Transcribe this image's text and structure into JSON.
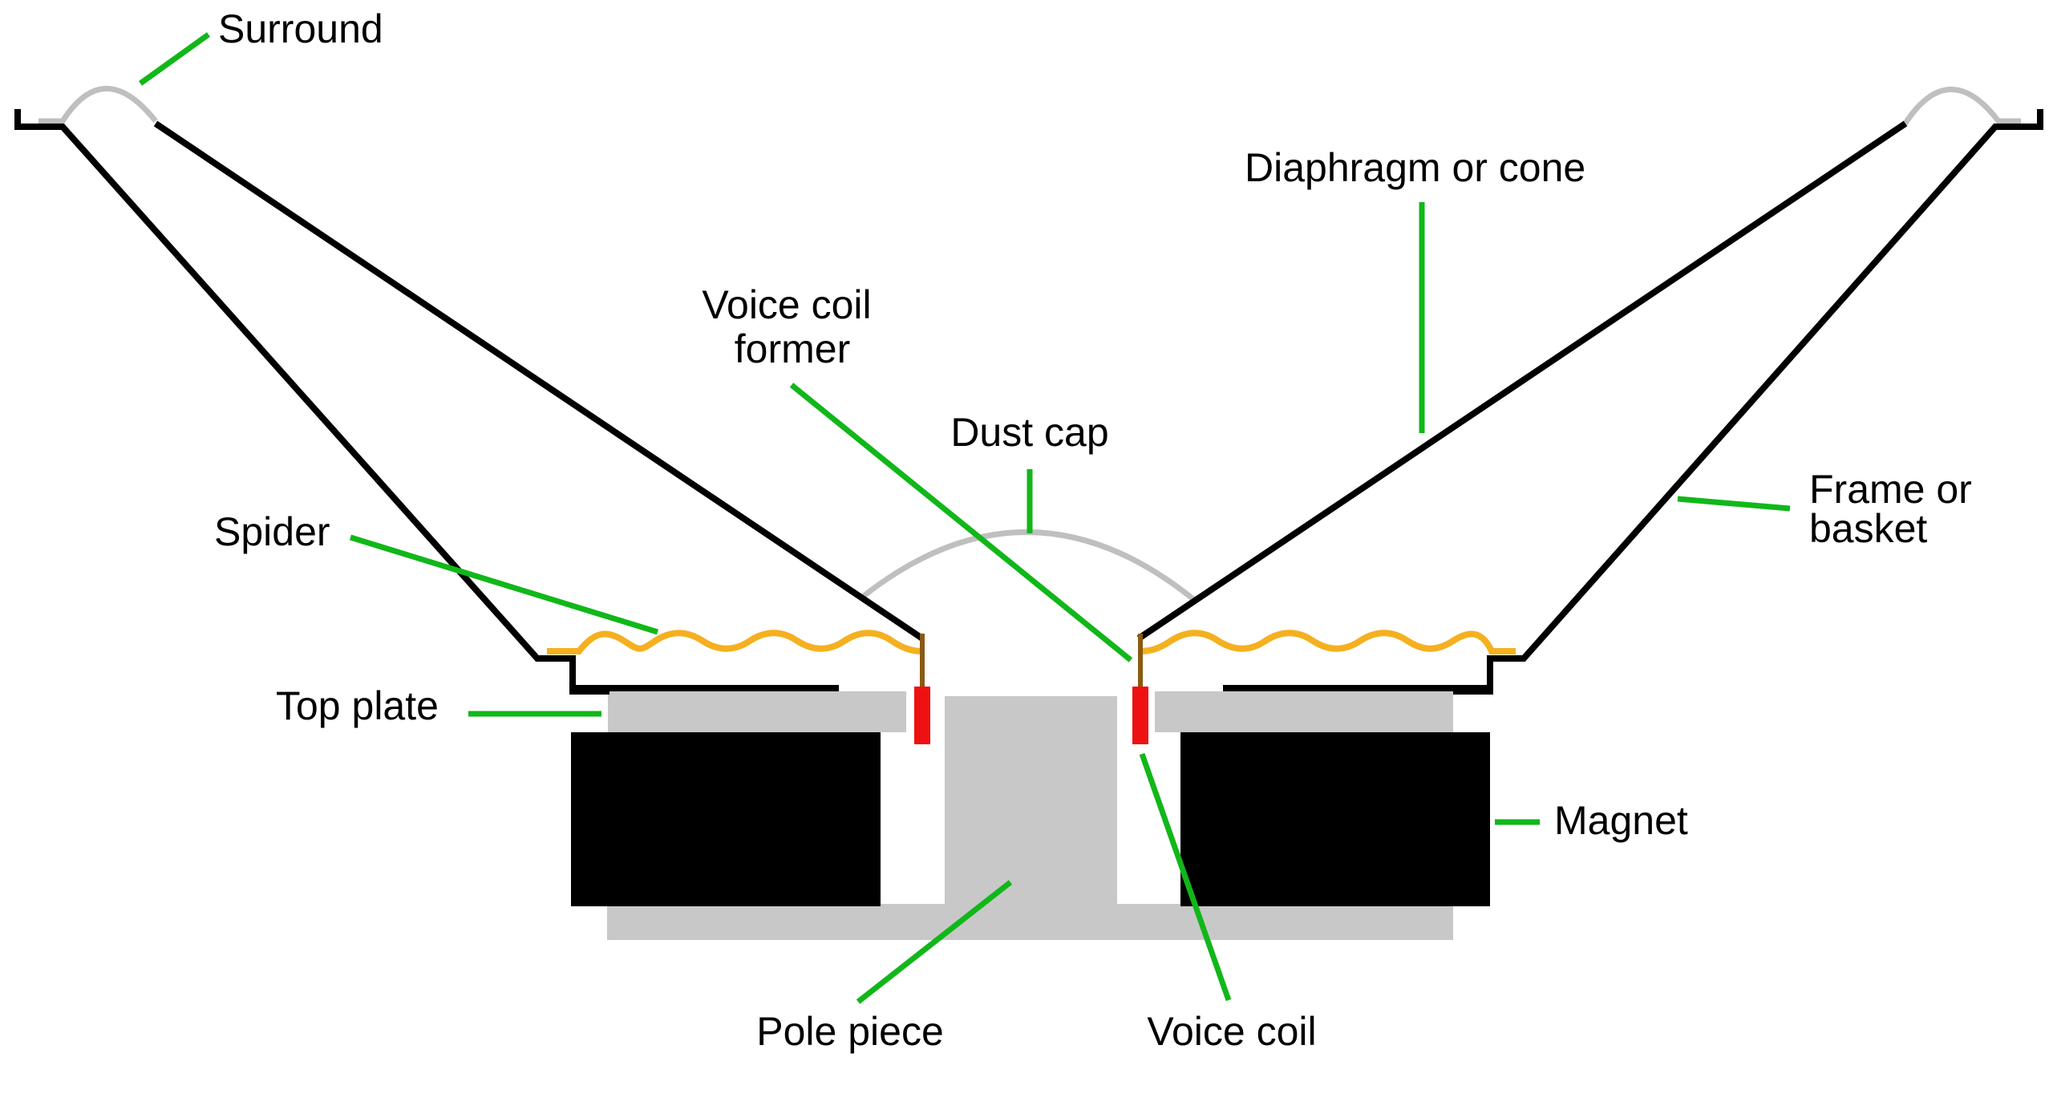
{
  "labels": {
    "surround": "Surround",
    "diaphragm": "Diaphragm or cone",
    "voice_coil_former_line1": "Voice coil",
    "voice_coil_former_line2": "former",
    "dust_cap": "Dust cap",
    "spider": "Spider",
    "frame_line1": "Frame or",
    "frame_line2": "basket",
    "top_plate": "Top plate",
    "magnet": "Magnet",
    "pole_piece": "Pole piece",
    "voice_coil": "Voice coil"
  },
  "colors": {
    "leader": "#11b719",
    "frame": "#000000",
    "steel": "#c8c8c8",
    "spider": "#f5b020",
    "voice_coil": "#ee1111",
    "former": "#8a5a12",
    "surround": "#bfbfbf"
  }
}
